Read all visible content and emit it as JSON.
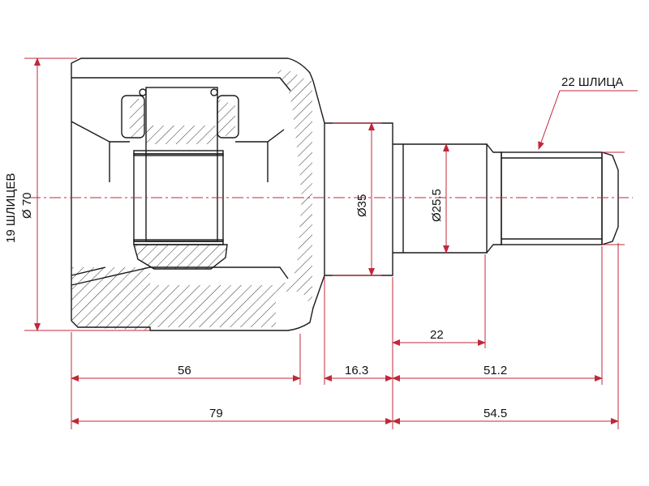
{
  "drawing": {
    "colors": {
      "outline": "#1a1a1a",
      "dimension": "#c0283a",
      "hatch": "#333333",
      "background": "#ffffff"
    },
    "callouts": {
      "outer_splines": "19 ШЛИЦЕВ",
      "outer_diameter": "Ø 70",
      "shaft_splines": "22 ШЛИЦА"
    },
    "dimensions": {
      "housing_length": "56",
      "neck_length": "16.3",
      "shaft_length": "51.2",
      "spline_offset": "22",
      "total_left": "79",
      "total_right": "54.5",
      "neck_diameter": "Ø35",
      "shaft_diameter": "Ø25.5"
    }
  }
}
